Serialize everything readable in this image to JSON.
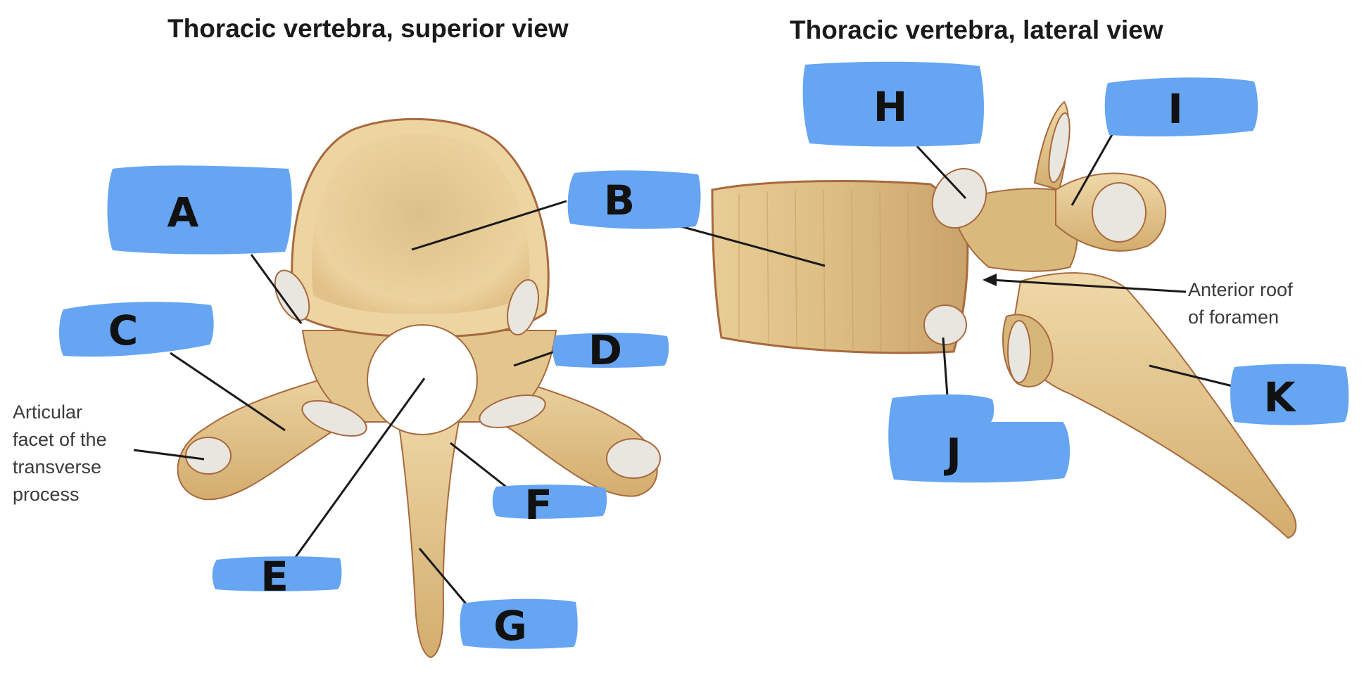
{
  "titles": {
    "superior": "Thoracic vertebra, superior view",
    "lateral": "Thoracic vertebra, lateral view"
  },
  "labels": {
    "articular_facet": [
      "Articular",
      "facet of the",
      "transverse",
      "process"
    ],
    "anterior_roof": [
      "Anterior roof",
      "of foramen"
    ]
  },
  "markers": {
    "A": "A",
    "B": "B",
    "C": "C",
    "D": "D",
    "E": "E",
    "F": "F",
    "G": "G",
    "H": "H",
    "I": "I",
    "J": "J",
    "K": "K"
  },
  "colors": {
    "bone": "#e4c890",
    "bone_dark": "#c49a5c",
    "outline": "#a8693e",
    "facet": "#e9e6e0",
    "label_box": "#65a5f2",
    "leader": "#1a1a1a"
  }
}
